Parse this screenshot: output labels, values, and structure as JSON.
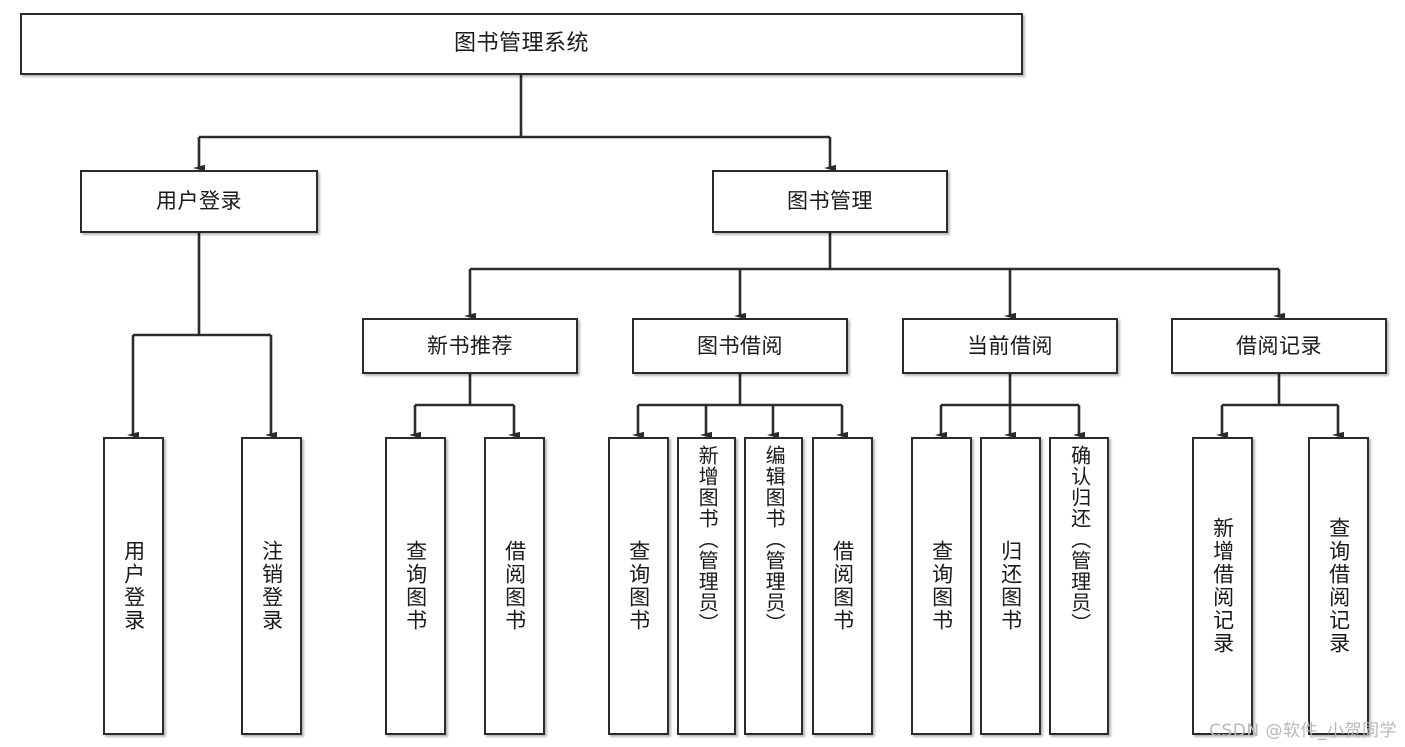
{
  "diagram": {
    "title": "图书管理系统",
    "type": "tree-hierarchy-chart",
    "orientation": "top-down",
    "levels": 4,
    "style": {
      "box_fill": "#ffffff",
      "box_border": "#2b2b2b",
      "text_color": "#1a1a1a",
      "connector_color": "#2b2b2b",
      "canvas_background": "#ffffff",
      "watermark_color": "#b9b9b9"
    }
  },
  "nodes": {
    "root": {
      "label": "图书管理系统"
    },
    "level2": [
      {
        "id": "user-login",
        "label": "用户登录"
      },
      {
        "id": "book-manage",
        "label": "图书管理"
      }
    ],
    "level3": [
      {
        "id": "new-book-recommend",
        "label": "新书推荐",
        "parent": "book-manage"
      },
      {
        "id": "book-borrow",
        "label": "图书借阅",
        "parent": "book-manage"
      },
      {
        "id": "current-borrow",
        "label": "当前借阅",
        "parent": "book-manage"
      },
      {
        "id": "borrow-record",
        "label": "借阅记录",
        "parent": "book-manage"
      }
    ],
    "leaves": [
      {
        "id": "leaf-user-login",
        "label": "用户登录",
        "parent": "user-login"
      },
      {
        "id": "leaf-user-logout",
        "label": "注销登录",
        "parent": "user-login"
      },
      {
        "id": "leaf-query-book-1",
        "label": "查询图书",
        "parent": "new-book-recommend"
      },
      {
        "id": "leaf-borrow-book-1",
        "label": "借阅图书",
        "parent": "new-book-recommend"
      },
      {
        "id": "leaf-query-book-2",
        "label": "查询图书",
        "parent": "book-borrow"
      },
      {
        "id": "leaf-add-book",
        "label": "新增图书（管理员）",
        "parent": "book-borrow"
      },
      {
        "id": "leaf-edit-book",
        "label": "编辑图书（管理员）",
        "parent": "book-borrow"
      },
      {
        "id": "leaf-borrow-book-2",
        "label": "借阅图书",
        "parent": "book-borrow"
      },
      {
        "id": "leaf-query-book-3",
        "label": "查询图书",
        "parent": "current-borrow"
      },
      {
        "id": "leaf-return-book",
        "label": "归还图书",
        "parent": "current-borrow"
      },
      {
        "id": "leaf-confirm-return",
        "label": "确认归还（管理员）",
        "parent": "current-borrow"
      },
      {
        "id": "leaf-add-record",
        "label": "新增借阅记录",
        "parent": "borrow-record"
      },
      {
        "id": "leaf-query-record",
        "label": "查询借阅记录",
        "parent": "borrow-record"
      }
    ]
  },
  "watermark": {
    "text": "CSDN @软件_小贺同学"
  }
}
